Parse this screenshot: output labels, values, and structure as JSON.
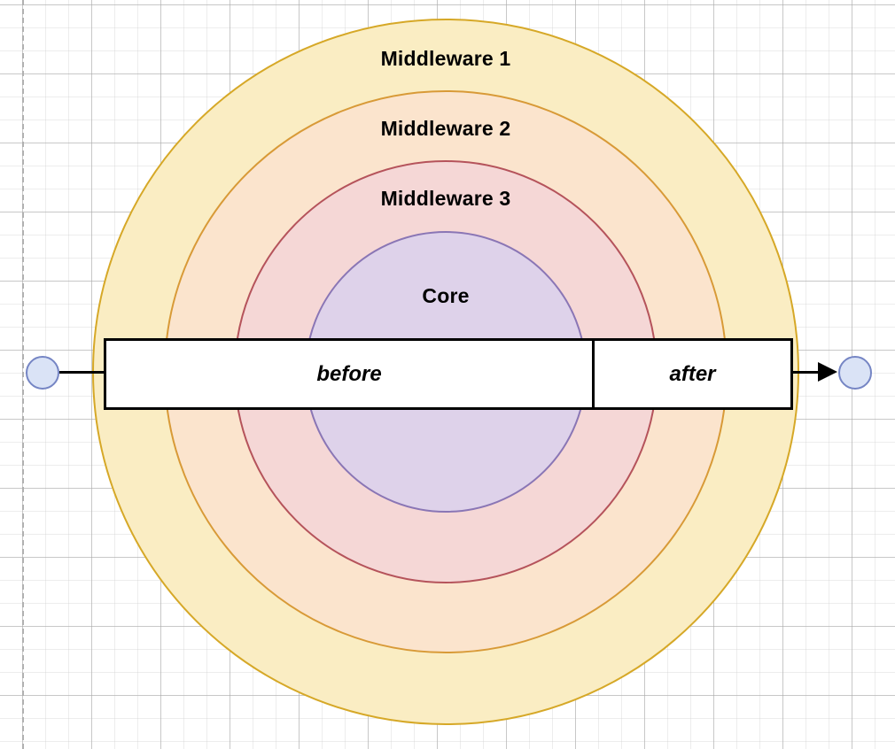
{
  "diagram": {
    "title": "Middleware onion layers around core",
    "rings": [
      {
        "id": "middleware-1",
        "label": "Middleware 1",
        "fill": "#faedc3",
        "stroke": "#d6a827"
      },
      {
        "id": "middleware-2",
        "label": "Middleware 2",
        "fill": "#fbe4cd",
        "stroke": "#d89a37"
      },
      {
        "id": "middleware-3",
        "label": "Middleware 3",
        "fill": "#f5d7d6",
        "stroke": "#b5535b"
      },
      {
        "id": "core",
        "label": "Core",
        "fill": "#ded2ea",
        "stroke": "#8a76b5"
      }
    ],
    "flow_bar": {
      "before_label": "before",
      "after_label": "after",
      "fill": "#ffffff",
      "stroke": "#000000"
    },
    "endpoints": {
      "start_name": "start-node",
      "end_name": "end-node",
      "fill": "#dae3f6",
      "stroke": "#7585c4"
    },
    "connectors": {
      "inbound_name": "inbound-line",
      "outbound_name": "outbound-arrow",
      "stroke": "#000000"
    },
    "canvas": {
      "grid_minor_color": "#d2d2d2",
      "grid_major_color": "#aaaaaa",
      "background": "#ffffff"
    }
  }
}
